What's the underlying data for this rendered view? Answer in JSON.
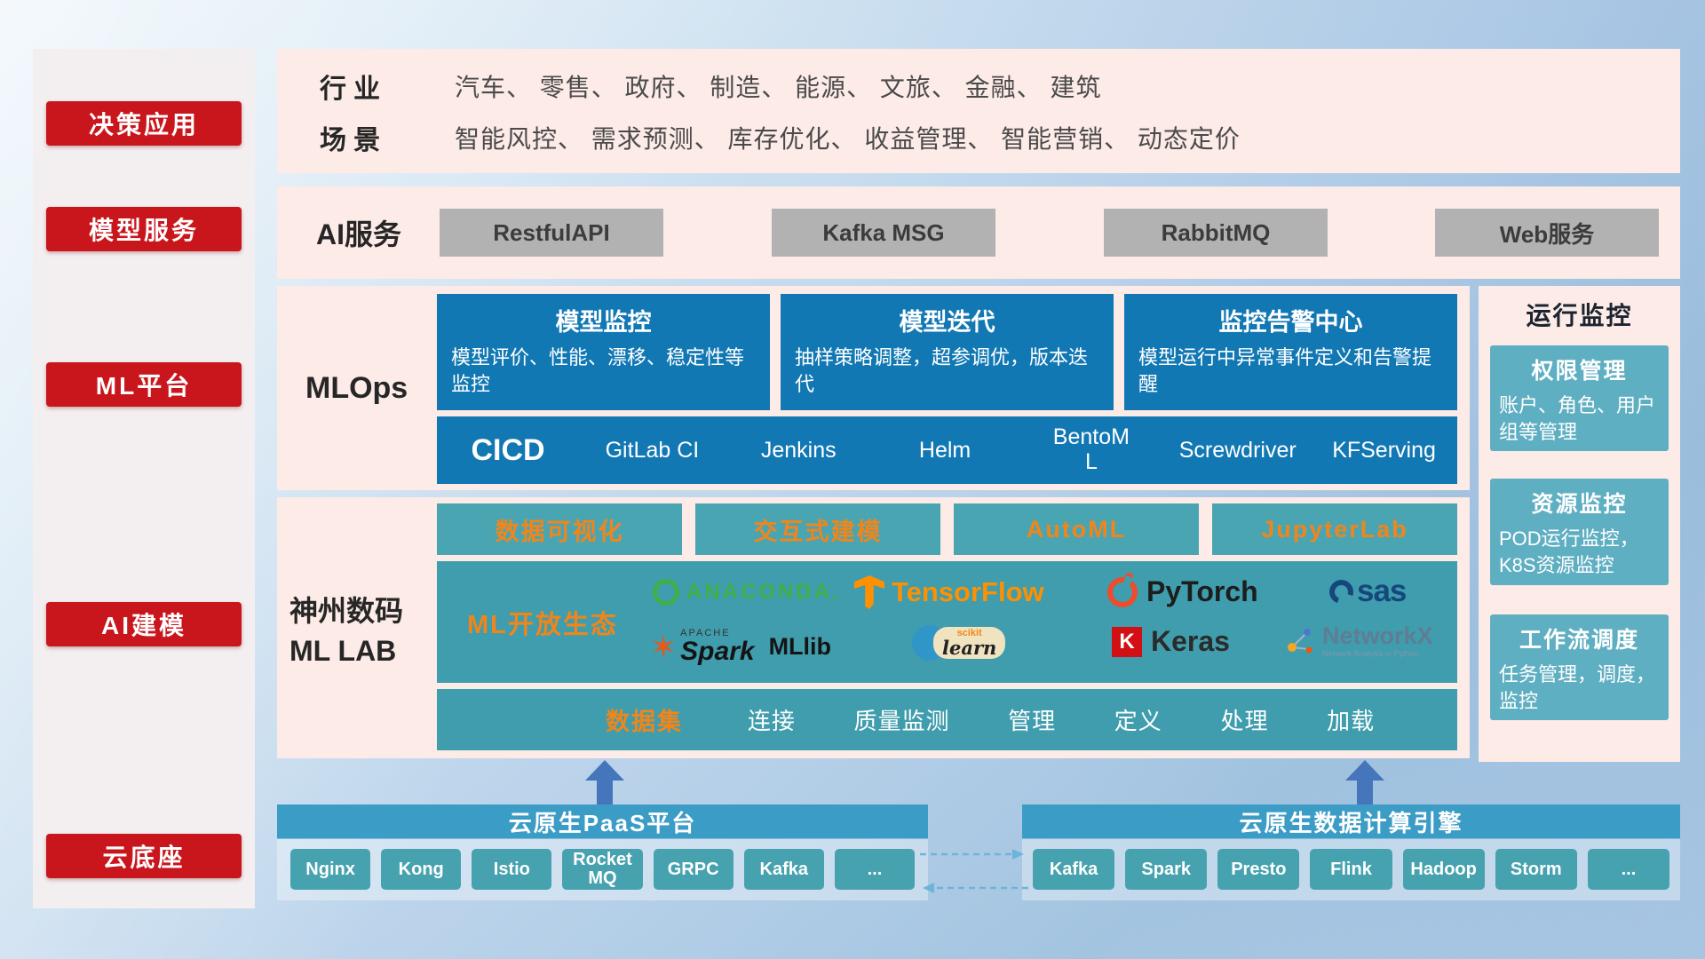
{
  "sidebar": {
    "items": [
      {
        "label": "决策应用"
      },
      {
        "label": "模型服务"
      },
      {
        "label": "ML平台"
      },
      {
        "label": "AI建模"
      },
      {
        "label": "云底座"
      }
    ]
  },
  "industry": {
    "rows": [
      {
        "label": "行业",
        "text": "汽车、 零售、 政府、 制造、 能源、 文旅、 金融、 建筑"
      },
      {
        "label": "场景",
        "text": "智能风控、 需求预测、 库存优化、 收益管理、 智能营销、 动态定价"
      }
    ]
  },
  "ai_service": {
    "label": "AI服务",
    "buttons": [
      {
        "label": "RestfulAPI"
      },
      {
        "label": "Kafka MSG"
      },
      {
        "label": "RabbitMQ"
      },
      {
        "label": "Web服务"
      }
    ]
  },
  "mlops": {
    "label": "MLOps",
    "cards": [
      {
        "title": "模型监控",
        "desc": "模型评价、性能、漂移、稳定性等监控"
      },
      {
        "title": "模型迭代",
        "desc": "抽样策略调整，超参调优，版本迭代"
      },
      {
        "title": "监控告警中心",
        "desc": "模型运行中异常事件定义和告警提醒"
      }
    ],
    "cicd_label": "CICD",
    "cicd_items": [
      {
        "label": "GitLab CI"
      },
      {
        "label": "Jenkins"
      },
      {
        "label": "Helm"
      },
      {
        "label": "BentoML"
      },
      {
        "label": "Screwdriver"
      },
      {
        "label": "KFServing"
      }
    ]
  },
  "monitor": {
    "title": "运行监控",
    "cards": [
      {
        "title": "权限管理",
        "desc": "账户、角色、用户组等管理"
      },
      {
        "title": "资源监控",
        "desc": "POD运行监控，K8S资源监控"
      },
      {
        "title": "工作流调度",
        "desc": "任务管理，调度，监控"
      }
    ]
  },
  "mllab": {
    "label_line1": "神州数码",
    "label_line2": "ML LAB",
    "tools": [
      {
        "label": "数据可视化"
      },
      {
        "label": "交互式建模"
      },
      {
        "label": "AutoML"
      },
      {
        "label": "JupyterLab"
      }
    ],
    "eco_label": "ML开放生态",
    "logos": {
      "anaconda": "ANACONDA.",
      "tensorflow": "TensorFlow",
      "pytorch": "PyTorch",
      "sas": "sas",
      "spark_small": "APACHE",
      "spark": "Spark",
      "mllib": "MLlib",
      "scikit_small": "scikit",
      "scikit": "learn",
      "keras_k": "K",
      "keras": "Keras",
      "networkx": "NetworkX",
      "networkx_sub": "Network Analysis in Python"
    },
    "dataset": {
      "label": "数据集",
      "items": [
        {
          "label": "连接"
        },
        {
          "label": "质量监测"
        },
        {
          "label": "管理"
        },
        {
          "label": "定义"
        },
        {
          "label": "处理"
        },
        {
          "label": "加载"
        }
      ]
    }
  },
  "bottom": {
    "paas": {
      "title": "云原生PaaS平台",
      "items": [
        {
          "label": "Nginx"
        },
        {
          "label": "Kong"
        },
        {
          "label": "Istio"
        },
        {
          "label": "RocketMQ"
        },
        {
          "label": "GRPC"
        },
        {
          "label": "Kafka"
        },
        {
          "label": "..."
        }
      ]
    },
    "engine": {
      "title": "云原生数据计算引擎",
      "items": [
        {
          "label": "Kafka"
        },
        {
          "label": "Spark"
        },
        {
          "label": "Presto"
        },
        {
          "label": "Flink"
        },
        {
          "label": "Hadoop"
        },
        {
          "label": "Storm"
        },
        {
          "label": "..."
        }
      ]
    }
  }
}
